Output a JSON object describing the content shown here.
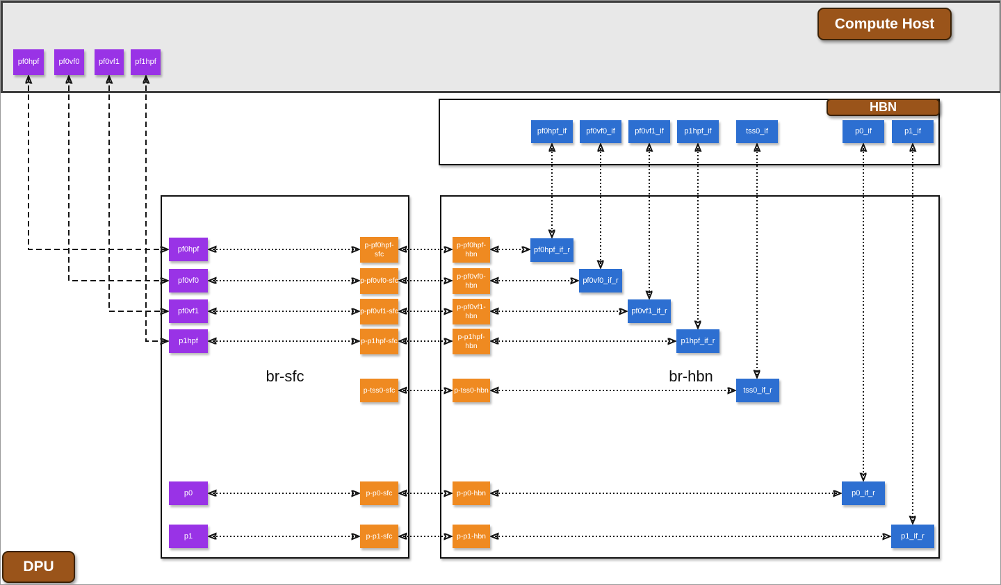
{
  "badges": {
    "compute_host": "Compute Host",
    "hbn": "HBN",
    "dpu": "DPU"
  },
  "host": {
    "ports": [
      "pf0hpf",
      "pf0vf0",
      "pf0vf1",
      "pf1hpf"
    ]
  },
  "hbn_container": {
    "interfaces": [
      "pf0hpf_if",
      "pf0vf0_if",
      "pf0vf1_if",
      "p1hpf_if",
      "tss0_if",
      "p0_if",
      "p1_if"
    ]
  },
  "br_sfc": {
    "label": "br-sfc",
    "ports": [
      "pf0hpf",
      "pf0vf0",
      "pf0vf1",
      "p1hpf",
      "p0",
      "p1"
    ],
    "patch_ports": [
      "p-pf0hpf-sfc",
      "p-pf0vf0-sfc",
      "p-pf0vf1-sfc",
      "p-p1hpf-sfc",
      "p-tss0-sfc",
      "p-p0-sfc",
      "p-p1-sfc"
    ]
  },
  "br_hbn": {
    "label": "br-hbn",
    "patch_ports": [
      "p-pf0hpf-hbn",
      "p-pf0vf0-hbn",
      "p-pf0vf1-hbn",
      "p-p1hpf-hbn",
      "p-tss0-hbn",
      "p-p0-hbn",
      "p-p1-hbn"
    ],
    "rep_ports": [
      "pf0hpf_if_r",
      "pf0vf0_if_r",
      "pf0vf1_if_r",
      "p1hpf_if_r",
      "tss0_if_r",
      "p0_if_r",
      "p1_if_r"
    ]
  },
  "colors": {
    "purple": "#9933E6",
    "orange": "#EF8A21",
    "blue": "#2D6FD1",
    "brown": "#9A541A",
    "host_band": "#E8E8E8",
    "wire": "#141414"
  }
}
